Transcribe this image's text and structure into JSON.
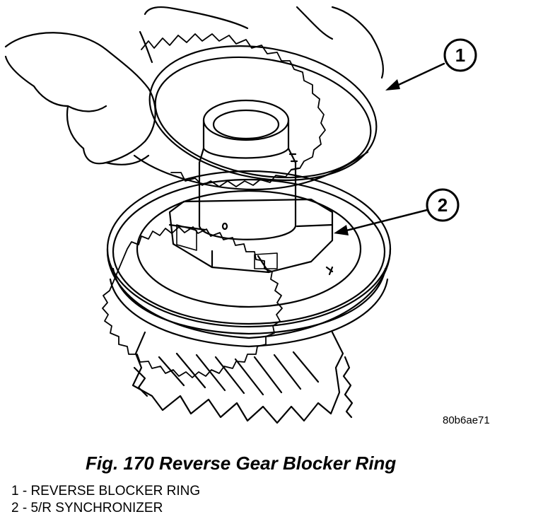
{
  "figure": {
    "drawing_code": "80b6ae71",
    "caption": "Fig. 170 Reverse Gear Blocker Ring"
  },
  "callouts": [
    {
      "number": "1"
    },
    {
      "number": "2"
    }
  ],
  "legend": [
    {
      "text": "1 - REVERSE BLOCKER RING"
    },
    {
      "text": "2 - 5/R SYNCHRONIZER"
    }
  ]
}
